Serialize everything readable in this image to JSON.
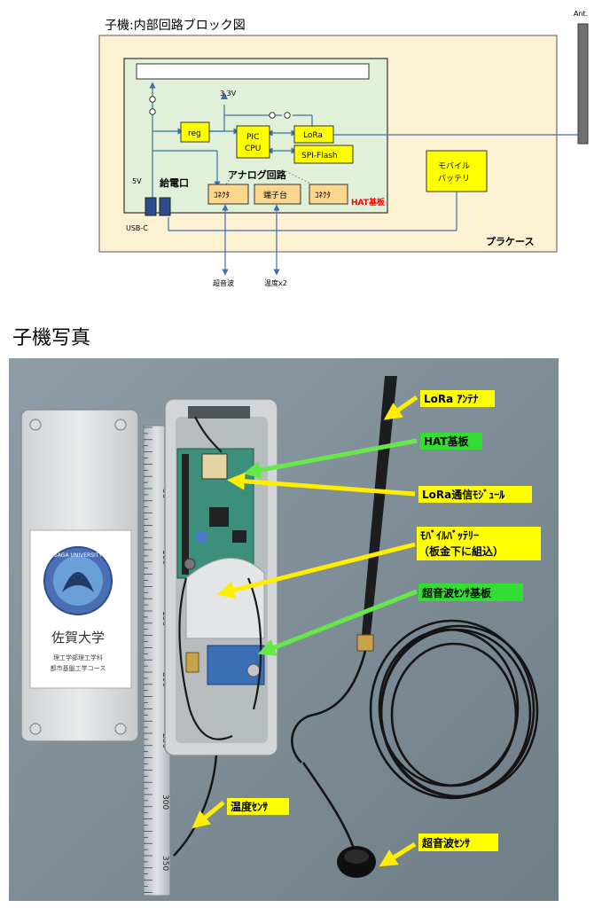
{
  "diagram": {
    "title": "子機:内部回路ブロック図",
    "antenna_label": "Ant.",
    "voltage_33": "3.3V",
    "voltage_5v": "5V",
    "power_port_label": "給電口",
    "usb_label": "USB-C",
    "reg_label": "reg",
    "cpu_label_1": "PIC",
    "cpu_label_2": "CPU",
    "lora_label": "LoRa",
    "flash_label": "SPI-Flash",
    "analog_label": "アナログ回路",
    "connector_left": "ｺﾈｸﾀ",
    "terminal_block": "端子台",
    "connector_right": "ｺﾈｸﾀ",
    "hat_label": "HAT基板",
    "battery_line1": "モバイル",
    "battery_line2": "バッテリ",
    "case_label": "プラケース",
    "ultrasonic_label": "超音波",
    "temperature_label": "温度x2"
  },
  "photo": {
    "title": "子機写真",
    "annotations": {
      "lora_antenna": "LoRa ｱﾝﾃﾅ",
      "hat_board": "HAT基板",
      "lora_module": "LoRa通信ﾓｼﾞｭｰﾙ",
      "battery_line1": "ﾓﾊﾞｲﾙﾊﾞｯﾃﾘｰ",
      "battery_line2": "（板金下に組込）",
      "ultrasonic_board": "超音波ｾﾝｻ基板",
      "temperature_sensor": "温度ｾﾝｻ",
      "ultrasonic_sensor": "超音波ｾﾝｻ"
    },
    "lid_text": {
      "university_ring": "SAGA UNIVERSITY",
      "university_name": "佐賀大学",
      "department_line1": "理工学部理工学科",
      "department_line2": "都市基盤工学コース"
    },
    "ruler_marks": [
      "50",
      "100",
      "150",
      "200",
      "250",
      "300",
      "350"
    ]
  },
  "colors": {
    "case_fill": "#fdf1d3",
    "board_fill": "#e1f0d9",
    "box_yellow": "#ffff00",
    "connector_fill": "#fbd78e",
    "line_blue": "#3e6fa6",
    "hat_red": "#ff0000",
    "arrow_yellow": "#ffee00",
    "arrow_green": "#66e84a",
    "label_bg": "#ffff00",
    "label_green_bg": "#33dd33"
  }
}
